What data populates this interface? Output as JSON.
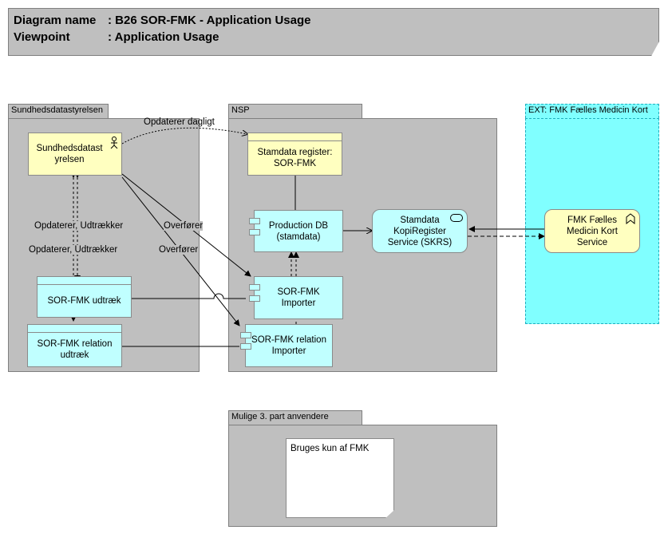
{
  "header": {
    "diagram_name_key": "Diagram name",
    "diagram_name_value": ": B26 SOR-FMK - Application Usage",
    "viewpoint_key": "Viewpoint",
    "viewpoint_value": ": Application Usage"
  },
  "groups": {
    "sundhed": "Sundhedsdatastyrelsen",
    "nsp": "NSP",
    "ext": "EXT: FMK Fælles Medicin Kort",
    "mulige": "Mulige 3. part anvendere"
  },
  "elements": {
    "actor": "Sundhedsdatast yrelsen",
    "sor_udtraek": "SOR-FMK udtræk",
    "sor_relation_udtraek": "SOR-FMK relation udtræk",
    "stamdata_register": "Stamdata register: SOR-FMK",
    "production_db": "Production DB (stamdata)",
    "sor_importer": "SOR-FMK Importer",
    "sor_relation_importer": "SOR-FMK relation Importer",
    "skrs": "Stamdata KopiRegister Service (SKRS)",
    "fmk_service": "FMK Fælles Medicin Kort Service",
    "note": "Bruges kun af FMK"
  },
  "relations": {
    "opdaterer_dagligt": "Opdaterer dagligt",
    "opdaterer_udtraekker_1": "Opdaterer, Udtrækker",
    "opdaterer_udtraekker_2": "Opdaterer, Udtrækker",
    "overforer_1": "Overfører",
    "overforer_2": "Overfører"
  },
  "colors": {
    "group_grey": "#bfbfbf",
    "business_yellow": "#ffffc0",
    "application_cyan": "#c0ffff",
    "external_cyan": "#80ffff"
  },
  "icons": [
    "actor-icon",
    "component-icon",
    "service-icon",
    "interface-icon"
  ]
}
